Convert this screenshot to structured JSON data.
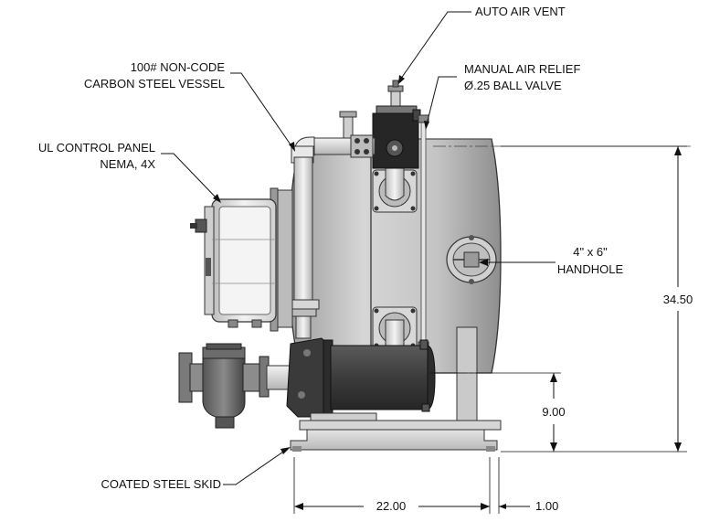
{
  "labels": {
    "auto_air_vent": "AUTO AIR VENT",
    "vessel_line1": "100# NON-CODE",
    "vessel_line2": "CARBON STEEL VESSEL",
    "relief_line1": "MANUAL AIR RELIEF",
    "relief_line2": "Ø.25 BALL VALVE",
    "panel_line1": "UL CONTROL PANEL",
    "panel_line2": "NEMA, 4X",
    "handhole_line1": "4\" x 6\"",
    "handhole_line2": "HANDHOLE",
    "skid": "COATED STEEL SKID"
  },
  "dimensions": {
    "height_overall": "34.50",
    "height_pump": "9.00",
    "width_skid": "22.00",
    "edge_offset": "1.00"
  },
  "colors": {
    "vessel": "#c9c9c9",
    "pump_motor": "#3c3c3c",
    "pipe": "#e2e2e2",
    "panel": "#e6e6e6",
    "line": "#111111"
  }
}
